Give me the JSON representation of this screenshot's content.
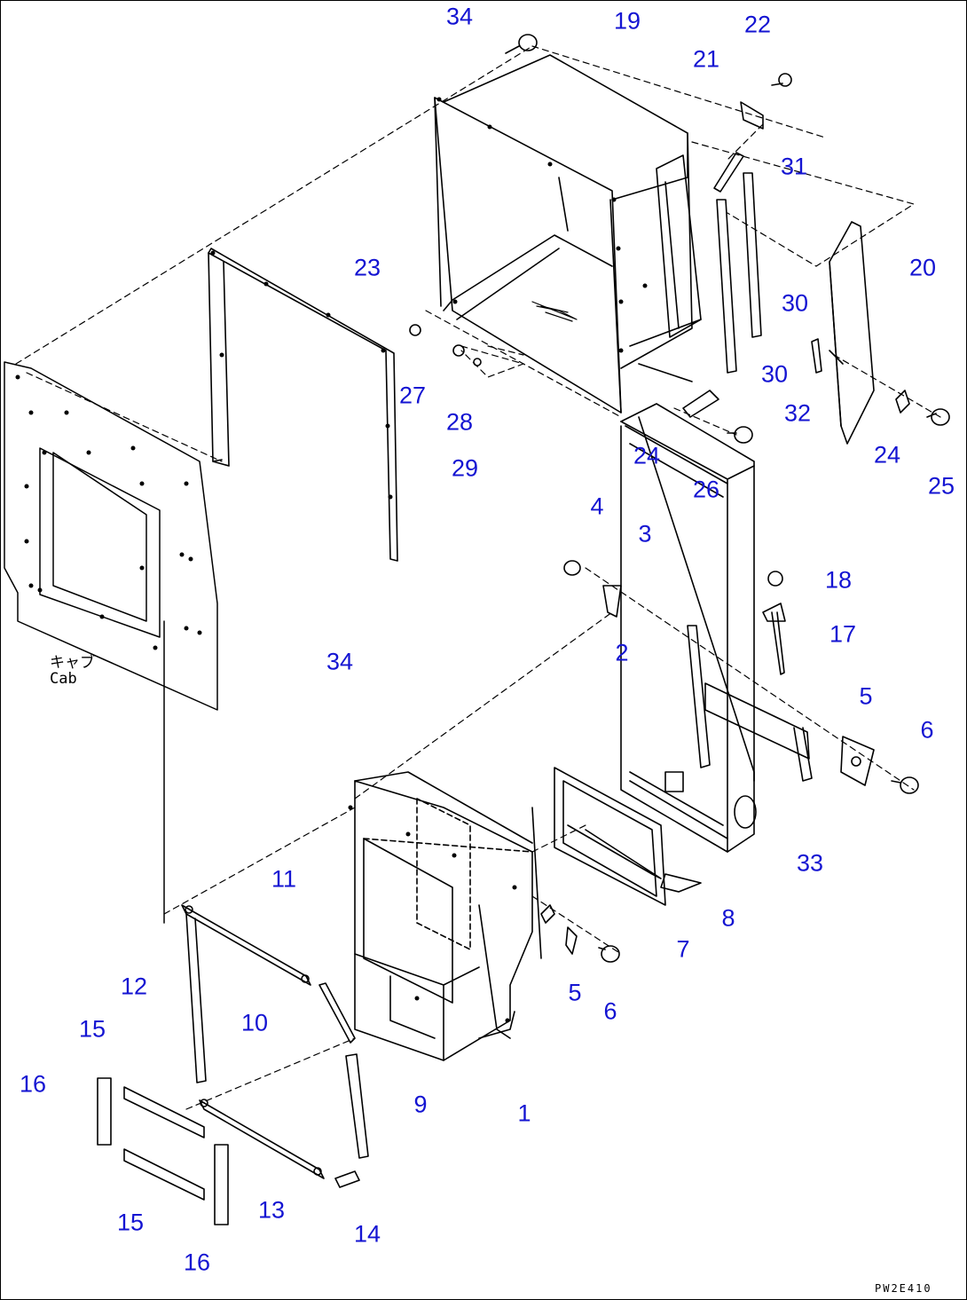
{
  "diagram": {
    "cab_note": "キャブ\nCab",
    "drawing_code": "PW2E410",
    "part_numbers": [
      "34",
      "19",
      "22",
      "21",
      "31",
      "20",
      "30",
      "23",
      "27",
      "28",
      "29",
      "30",
      "32",
      "24",
      "26",
      "24",
      "25",
      "4",
      "3",
      "18",
      "17",
      "2",
      "34",
      "5",
      "6",
      "33",
      "11",
      "8",
      "7",
      "12",
      "10",
      "5",
      "6",
      "15",
      "16",
      "9",
      "1",
      "13",
      "14",
      "15",
      "16"
    ]
  }
}
